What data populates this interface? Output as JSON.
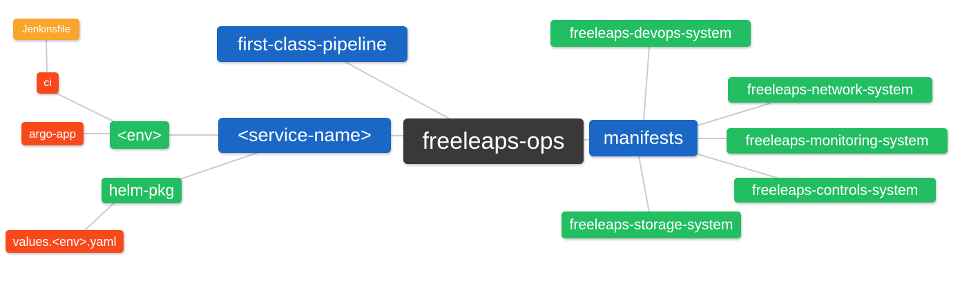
{
  "diagram": {
    "type": "mindmap",
    "root_label": "freeleaps-ops",
    "colors": {
      "root_bg": "#3B3838",
      "primary_branch_bg": "#1A67C6",
      "secondary_branch_bg": "#23BE62",
      "leaf_red_bg": "#F8491D",
      "leaf_orange_bg": "#F8A52C",
      "edge": "#cccccc",
      "node_text": "#ffffff",
      "background": "#ffffff"
    },
    "nodes": [
      {
        "id": "jenkinsfile",
        "label": "Jenkinsfile",
        "type": "orange"
      },
      {
        "id": "ci",
        "label": "ci",
        "type": "red"
      },
      {
        "id": "argo-app",
        "label": "argo-app",
        "type": "red"
      },
      {
        "id": "env",
        "label": "<env>",
        "type": "green"
      },
      {
        "id": "helm-pkg",
        "label": "helm-pkg",
        "type": "green"
      },
      {
        "id": "values-env-yaml",
        "label": "values.<env>.yaml",
        "type": "red"
      },
      {
        "id": "first-class-pipeline",
        "label": "first-class-pipeline",
        "type": "blue"
      },
      {
        "id": "service-name",
        "label": "<service-name>",
        "type": "blue"
      },
      {
        "id": "freeleaps-ops",
        "label": "freeleaps-ops",
        "type": "dark"
      },
      {
        "id": "manifests",
        "label": "manifests",
        "type": "blue"
      },
      {
        "id": "devops-system",
        "label": "freeleaps-devops-system",
        "type": "green"
      },
      {
        "id": "network-system",
        "label": "freeleaps-network-system",
        "type": "green"
      },
      {
        "id": "monitoring-system",
        "label": "freeleaps-monitoring-system",
        "type": "green"
      },
      {
        "id": "controls-system",
        "label": "freeleaps-controls-system",
        "type": "green"
      },
      {
        "id": "storage-system",
        "label": "freeleaps-storage-system",
        "type": "green"
      }
    ],
    "edges": [
      {
        "from": "Jenkinsfile",
        "to": "ci"
      },
      {
        "from": "ci",
        "to": "<env>"
      },
      {
        "from": "argo-app",
        "to": "<env>"
      },
      {
        "from": "<env>",
        "to": "<service-name>"
      },
      {
        "from": "helm-pkg",
        "to": "<service-name>"
      },
      {
        "from": "values.<env>.yaml",
        "to": "helm-pkg"
      },
      {
        "from": "<service-name>",
        "to": "freeleaps-ops"
      },
      {
        "from": "first-class-pipeline",
        "to": "freeleaps-ops"
      },
      {
        "from": "freeleaps-ops",
        "to": "manifests"
      },
      {
        "from": "manifests",
        "to": "freeleaps-devops-system"
      },
      {
        "from": "manifests",
        "to": "freeleaps-network-system"
      },
      {
        "from": "manifests",
        "to": "freeleaps-monitoring-system"
      },
      {
        "from": "manifests",
        "to": "freeleaps-controls-system"
      },
      {
        "from": "manifests",
        "to": "freeleaps-storage-system"
      }
    ]
  }
}
